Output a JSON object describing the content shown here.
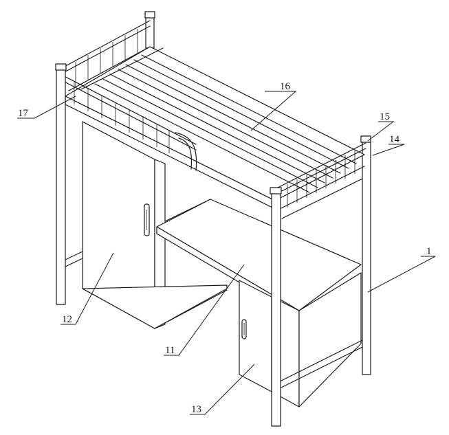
{
  "labels": {
    "bed_frame": "1",
    "desk": "11",
    "left_cabinet": "12",
    "right_cabinet": "13",
    "guardrail": "14",
    "post_cap": "15",
    "bed_board": "16",
    "ladder_rail": "17"
  },
  "colors": {
    "line": "#1a1a1a",
    "background": "#ffffff"
  }
}
